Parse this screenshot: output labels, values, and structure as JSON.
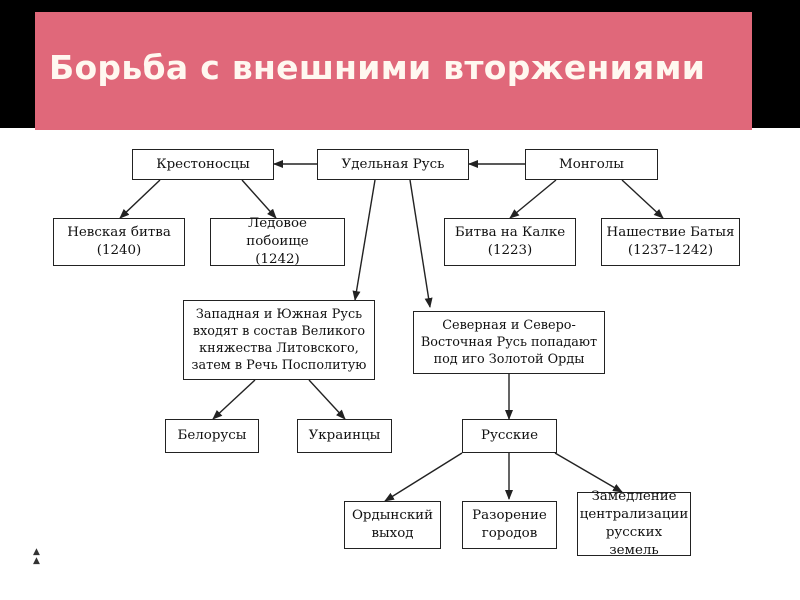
{
  "slide": {
    "title": "Борьба с внешними вторжениями",
    "title_bg_color": "#e0687a",
    "top_bar_color": "#000000"
  },
  "diagram": {
    "center": "Удельная Русь",
    "crusaders": "Крестоносцы",
    "mongols": "Монголы",
    "neva_battle": [
      "Невская битва",
      "(1240)"
    ],
    "ice_battle": [
      "Ледовое побоище",
      "(1242)"
    ],
    "kalka_battle": [
      "Битва на Калке",
      "(1223)"
    ],
    "batu_invasion": [
      "Нашествие Батыя",
      "(1237–1242)"
    ],
    "west_south_rus": [
      "Западная и Южная Русь",
      "входят в состав Великого",
      "княжества Литовского,",
      "затем в Речь Посполитую"
    ],
    "north_east_rus": [
      "Северная и Северо-",
      "Восточная Русь попадают",
      "под иго Золотой Орды"
    ],
    "belarusians": "Белорусы",
    "ukrainians": "Украинцы",
    "russians": "Русские",
    "horde_tribute": [
      "Ордынский",
      "выход"
    ],
    "city_ruin": [
      "Разорение",
      "городов"
    ],
    "slowdown": [
      "Замедление",
      "централизации",
      "русских земель"
    ]
  }
}
